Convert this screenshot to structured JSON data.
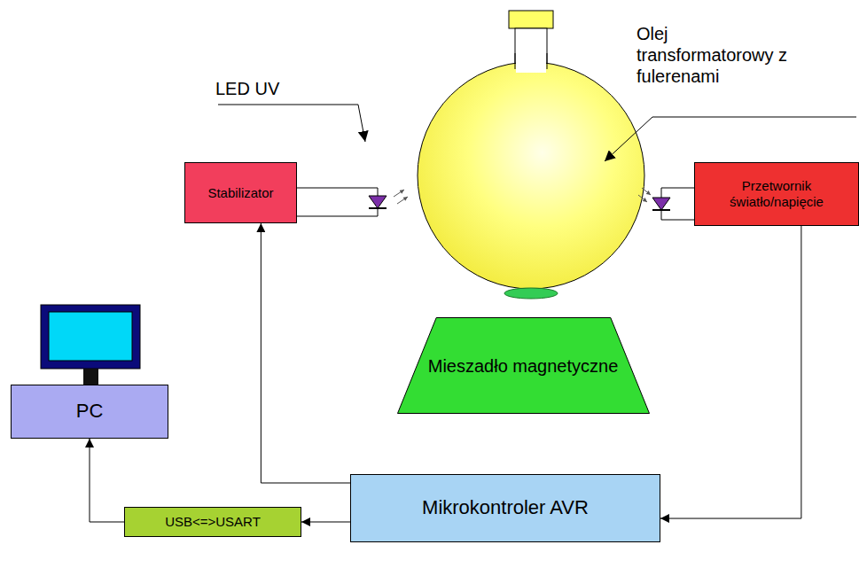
{
  "diagram": {
    "nodes": [
      {
        "text": [
          "Stabilizator"
        ]
      },
      {
        "text": [
          "Przetwornik światło/napięcie"
        ]
      },
      {
        "text": [
          "Mieszadło magnetyczne"
        ]
      },
      {
        "text": [
          "PC"
        ]
      },
      {
        "text": [
          "USB<=>USART"
        ]
      },
      {
        "text": [
          "Mikrokontroler AVR"
        ]
      }
    ],
    "edges": [
      {
        "from": 5,
        "to": 0,
        "arrow": "to"
      },
      {
        "from": 1,
        "to": 5,
        "arrow": "to"
      },
      {
        "from": 5,
        "to": 4,
        "arrow": "to"
      },
      {
        "from": 4,
        "to": 3,
        "arrow": "to"
      }
    ],
    "labels": [
      "LED UV",
      "Olej transformatorowy z fulerenami"
    ]
  }
}
